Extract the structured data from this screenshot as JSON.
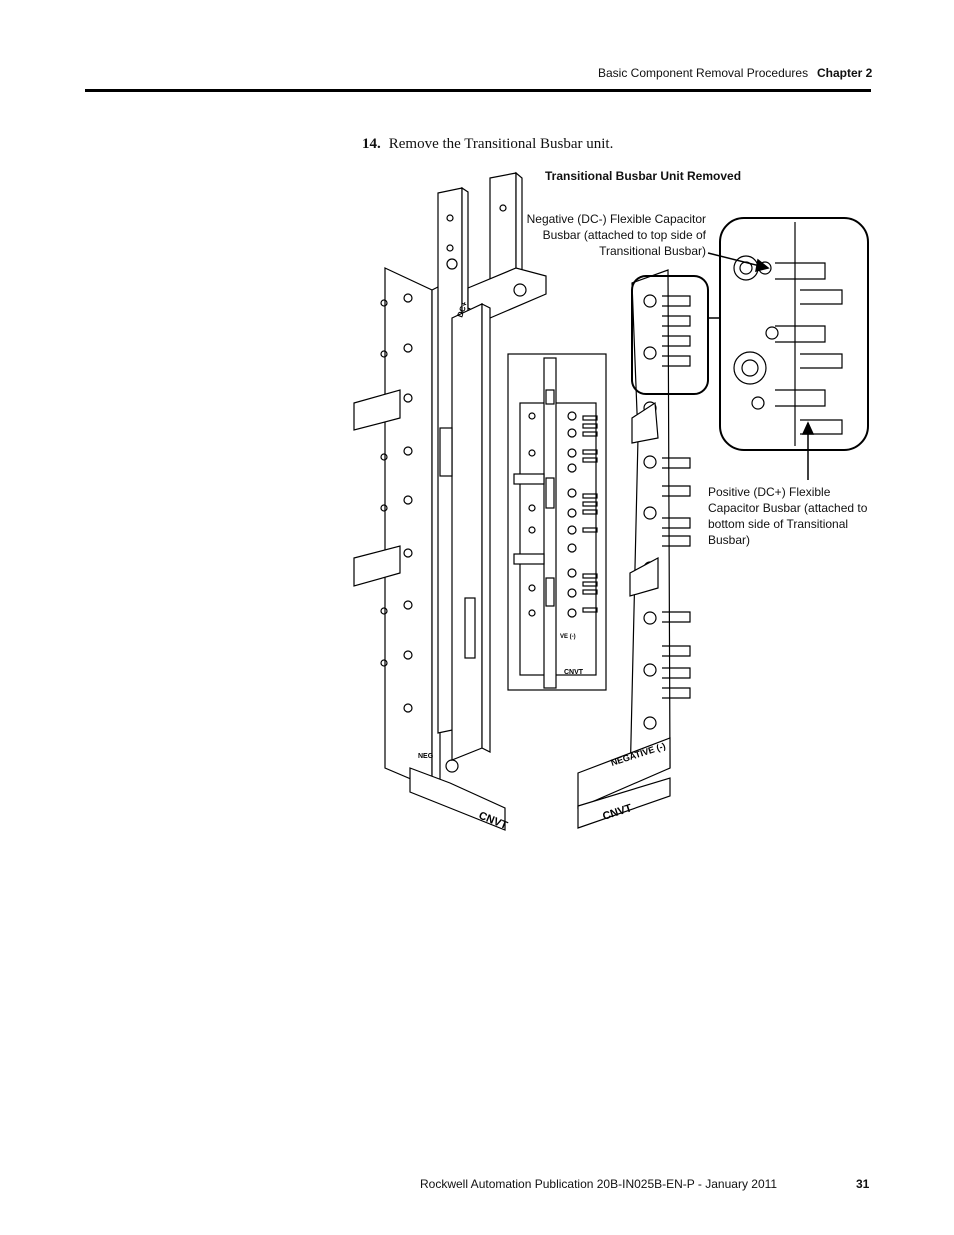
{
  "header": {
    "section": "Basic Component Removal Procedures",
    "chapter": "Chapter 2"
  },
  "step": {
    "number": "14.",
    "text": "Remove the Transitional Busbar unit."
  },
  "figure": {
    "title": "Transitional Busbar Unit Removed",
    "callout_negative": "Negative (DC-) Flexible Capacitor Busbar (attached to top side of Transitional Busbar)",
    "callout_positive": "Positive (DC+) Flexible Capacitor Busbar (attached to bottom side of Transitional Busbar)",
    "labels": {
      "dc_plus": "DC+",
      "negative": "NEGATIVE (-)",
      "cnvt": "CNVT",
      "cnvt_small": "CNVT",
      "neg_short": "NEG",
      "ve": "VE (-)"
    }
  },
  "footer": {
    "publication": "Rockwell Automation Publication 20B-IN025B-EN-P - January 2011",
    "page_number": "31"
  }
}
